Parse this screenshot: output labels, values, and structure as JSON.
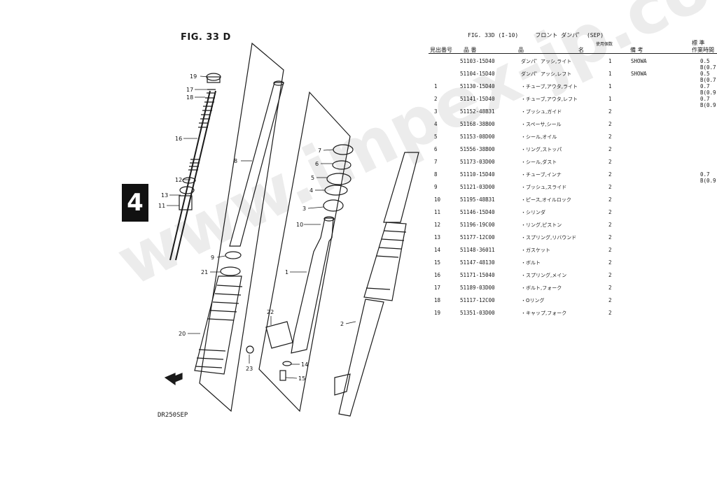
{
  "diagram": {
    "fig_title": "FIG. 33 D",
    "section_tab": "4",
    "model_code": "DR250SEP",
    "callouts": [
      "19",
      "17",
      "18",
      "16",
      "12",
      "13",
      "11",
      "8",
      "9",
      "21",
      "20",
      "7",
      "6",
      "5",
      "4",
      "3",
      "10",
      "1",
      "22",
      "23",
      "14",
      "15",
      "2"
    ]
  },
  "table": {
    "title_line": "FIG. 33D (I-10)     フロント ダンパ゜ (SEP)",
    "headers": {
      "ref": "見出番号",
      "part": "品 番",
      "desc": "品",
      "name": "名",
      "qty": "使用個数",
      "remarks": "備 考",
      "std": "標 準",
      "std2": "作業時間"
    },
    "rows": [
      {
        "ref": "",
        "pn": "51103-15D40",
        "desc": "ダンパ゜アッシ,ライト",
        "qty": "1",
        "rem": "SHOWA",
        "std": "0.5",
        "std2": "B(0.7"
      },
      {
        "ref": "",
        "pn": "51104-15D40",
        "desc": "ダンパ゜アッシ,レフト",
        "qty": "1",
        "rem": "SHOWA",
        "std": "0.5",
        "std2": "B(0.7"
      },
      {
        "ref": "1",
        "pn": "51130-15D40",
        "desc": "・チューブ,アウタ,ライト",
        "qty": "1",
        "rem": "",
        "std": "0.7",
        "std2": "B(0.9"
      },
      {
        "ref": "2",
        "pn": "51141-15D40",
        "desc": "・チューブ,アウタ,レフト",
        "qty": "1",
        "rem": "",
        "std": "0.7",
        "std2": "B(0.9"
      },
      {
        "ref": "3",
        "pn": "51152-48B31",
        "desc": "・ブッシュ,ガイド",
        "qty": "2",
        "rem": "",
        "std": "",
        "std2": ""
      },
      {
        "ref": "4",
        "pn": "51168-38B00",
        "desc": "・スペーサ,シール",
        "qty": "2",
        "rem": "",
        "std": "",
        "std2": ""
      },
      {
        "ref": "5",
        "pn": "51153-08D00",
        "desc": "・シール,オイル",
        "qty": "2",
        "rem": "",
        "std": "",
        "std2": ""
      },
      {
        "ref": "6",
        "pn": "51556-38B00",
        "desc": "・リング,ストッパ",
        "qty": "2",
        "rem": "",
        "std": "",
        "std2": ""
      },
      {
        "ref": "7",
        "pn": "51173-03D00",
        "desc": "・シール,ダスト",
        "qty": "2",
        "rem": "",
        "std": "",
        "std2": ""
      },
      {
        "ref": "8",
        "pn": "51110-15D40",
        "desc": "・チューブ,インナ",
        "qty": "2",
        "rem": "",
        "std": "0.7",
        "std2": "B(0.9"
      },
      {
        "ref": "9",
        "pn": "51121-03D00",
        "desc": "・ブッシュ,スライド",
        "qty": "2",
        "rem": "",
        "std": "",
        "std2": ""
      },
      {
        "ref": "10",
        "pn": "51195-48B31",
        "desc": "・ピース,オイルロック",
        "qty": "2",
        "rem": "",
        "std": "",
        "std2": ""
      },
      {
        "ref": "11",
        "pn": "51146-15D40",
        "desc": "・シリンダ",
        "qty": "2",
        "rem": "",
        "std": "",
        "std2": ""
      },
      {
        "ref": "12",
        "pn": "51196-19C00",
        "desc": "・リング,ピストン",
        "qty": "2",
        "rem": "",
        "std": "",
        "std2": ""
      },
      {
        "ref": "13",
        "pn": "51177-12C00",
        "desc": "・スプリング,リバウンド",
        "qty": "2",
        "rem": "",
        "std": "",
        "std2": ""
      },
      {
        "ref": "14",
        "pn": "51148-36011",
        "desc": "・ガスケット",
        "qty": "2",
        "rem": "",
        "std": "",
        "std2": ""
      },
      {
        "ref": "15",
        "pn": "51147-48130",
        "desc": "・ボルト",
        "qty": "2",
        "rem": "",
        "std": "",
        "std2": ""
      },
      {
        "ref": "16",
        "pn": "51171-15040",
        "desc": "・スプリング,メイン",
        "qty": "2",
        "rem": "",
        "std": "",
        "std2": ""
      },
      {
        "ref": "17",
        "pn": "51189-03D00",
        "desc": "・ボルト,フォーク",
        "qty": "2",
        "rem": "",
        "std": "",
        "std2": ""
      },
      {
        "ref": "18",
        "pn": "51117-12C00",
        "desc": "・Oリング",
        "qty": "2",
        "rem": "",
        "std": "",
        "std2": ""
      },
      {
        "ref": "19",
        "pn": "51351-03D00",
        "desc": "・キャップ,フォーク",
        "qty": "2",
        "rem": "",
        "std": "",
        "std2": ""
      }
    ]
  },
  "watermark": "www.impex-jp.com"
}
